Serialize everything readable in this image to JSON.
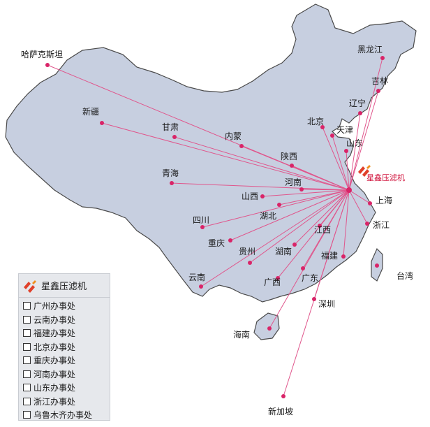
{
  "company": {
    "name": "星鑫压滤机",
    "color": "#d0103a"
  },
  "colors": {
    "land": "#c7cfe0",
    "lines": "#e0568c",
    "dot": "#d92468",
    "border": "#4a4a4a"
  },
  "cities": [
    {
      "id": "kazakhstan",
      "label": "哈萨克斯坦"
    },
    {
      "id": "xinjiang",
      "label": "新疆"
    },
    {
      "id": "gansu",
      "label": "甘肃"
    },
    {
      "id": "neimeng",
      "label": "内蒙"
    },
    {
      "id": "qinghai",
      "label": "青海"
    },
    {
      "id": "shaanxi",
      "label": "陕西"
    },
    {
      "id": "henan",
      "label": "河南"
    },
    {
      "id": "shanxi",
      "label": "山西"
    },
    {
      "id": "sichuan",
      "label": "四川"
    },
    {
      "id": "hubei",
      "label": "湖北"
    },
    {
      "id": "chongqing",
      "label": "重庆"
    },
    {
      "id": "guizhou",
      "label": "贵州"
    },
    {
      "id": "hunan",
      "label": "湖南"
    },
    {
      "id": "jiangxi",
      "label": "江西"
    },
    {
      "id": "yunnan",
      "label": "云南"
    },
    {
      "id": "guangxi",
      "label": "广西"
    },
    {
      "id": "guangdong",
      "label": "广东"
    },
    {
      "id": "fujian",
      "label": "福建"
    },
    {
      "id": "shenzhen",
      "label": "深圳"
    },
    {
      "id": "hainan",
      "label": "海南"
    },
    {
      "id": "singapore",
      "label": "新加坡"
    },
    {
      "id": "heilongjiang",
      "label": "黑龙江"
    },
    {
      "id": "jilin",
      "label": "吉林"
    },
    {
      "id": "liaoning",
      "label": "辽宁"
    },
    {
      "id": "beijing",
      "label": "北京"
    },
    {
      "id": "tianjin",
      "label": "天津"
    },
    {
      "id": "shandong",
      "label": "山东"
    },
    {
      "id": "shanghai",
      "label": "上海"
    },
    {
      "id": "zhejiang",
      "label": "浙江"
    },
    {
      "id": "taiwan",
      "label": "台湾"
    }
  ],
  "legend": {
    "title": "星鑫压滤机",
    "offices": [
      "广州办事处",
      "云南办事处",
      "福建办事处",
      "北京办事处",
      "重庆办事处",
      "河南办事处",
      "山东办事处",
      "浙江办事处",
      "乌鲁木齐办事处"
    ]
  }
}
